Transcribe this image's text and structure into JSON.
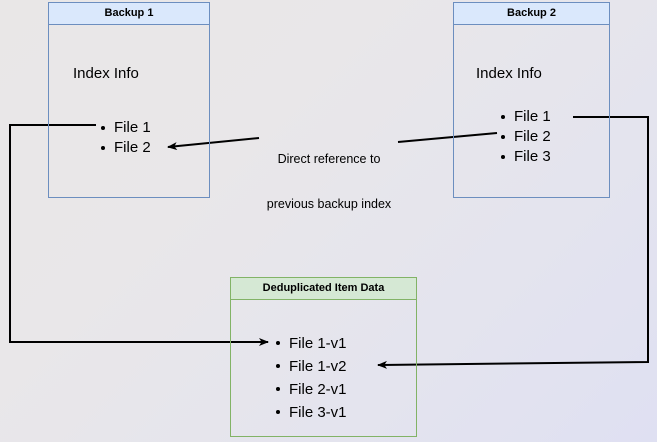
{
  "diagram": {
    "title": "Backup deduplication reference diagram",
    "background_gradient_from": "#e9e7e7",
    "background_gradient_to": "#dfe0f2"
  },
  "colors": {
    "blue_border": "#6c8ebf",
    "blue_fill": "#dae8fc",
    "green_border": "#82b366",
    "green_fill": "#d5e8d4",
    "edge": "#000000"
  },
  "nodes": {
    "backup1": {
      "header": "Backup 1",
      "index_label": "Index Info",
      "files": [
        {
          "label": "File 1"
        },
        {
          "label": "File 2"
        }
      ]
    },
    "backup2": {
      "header": "Backup 2",
      "index_label": "Index Info",
      "files": [
        {
          "label": "File 1"
        },
        {
          "label": "File 2"
        },
        {
          "label": "File 3"
        }
      ]
    },
    "dedup": {
      "header": "Deduplicated Item Data",
      "files": [
        {
          "label": "File 1-v1"
        },
        {
          "label": "File 1-v2"
        },
        {
          "label": "File 2-v1"
        },
        {
          "label": "File 3-v1"
        }
      ]
    }
  },
  "edges": {
    "direct_reference": {
      "label_line1": "Direct reference to",
      "label_line2": "previous backup index"
    }
  }
}
